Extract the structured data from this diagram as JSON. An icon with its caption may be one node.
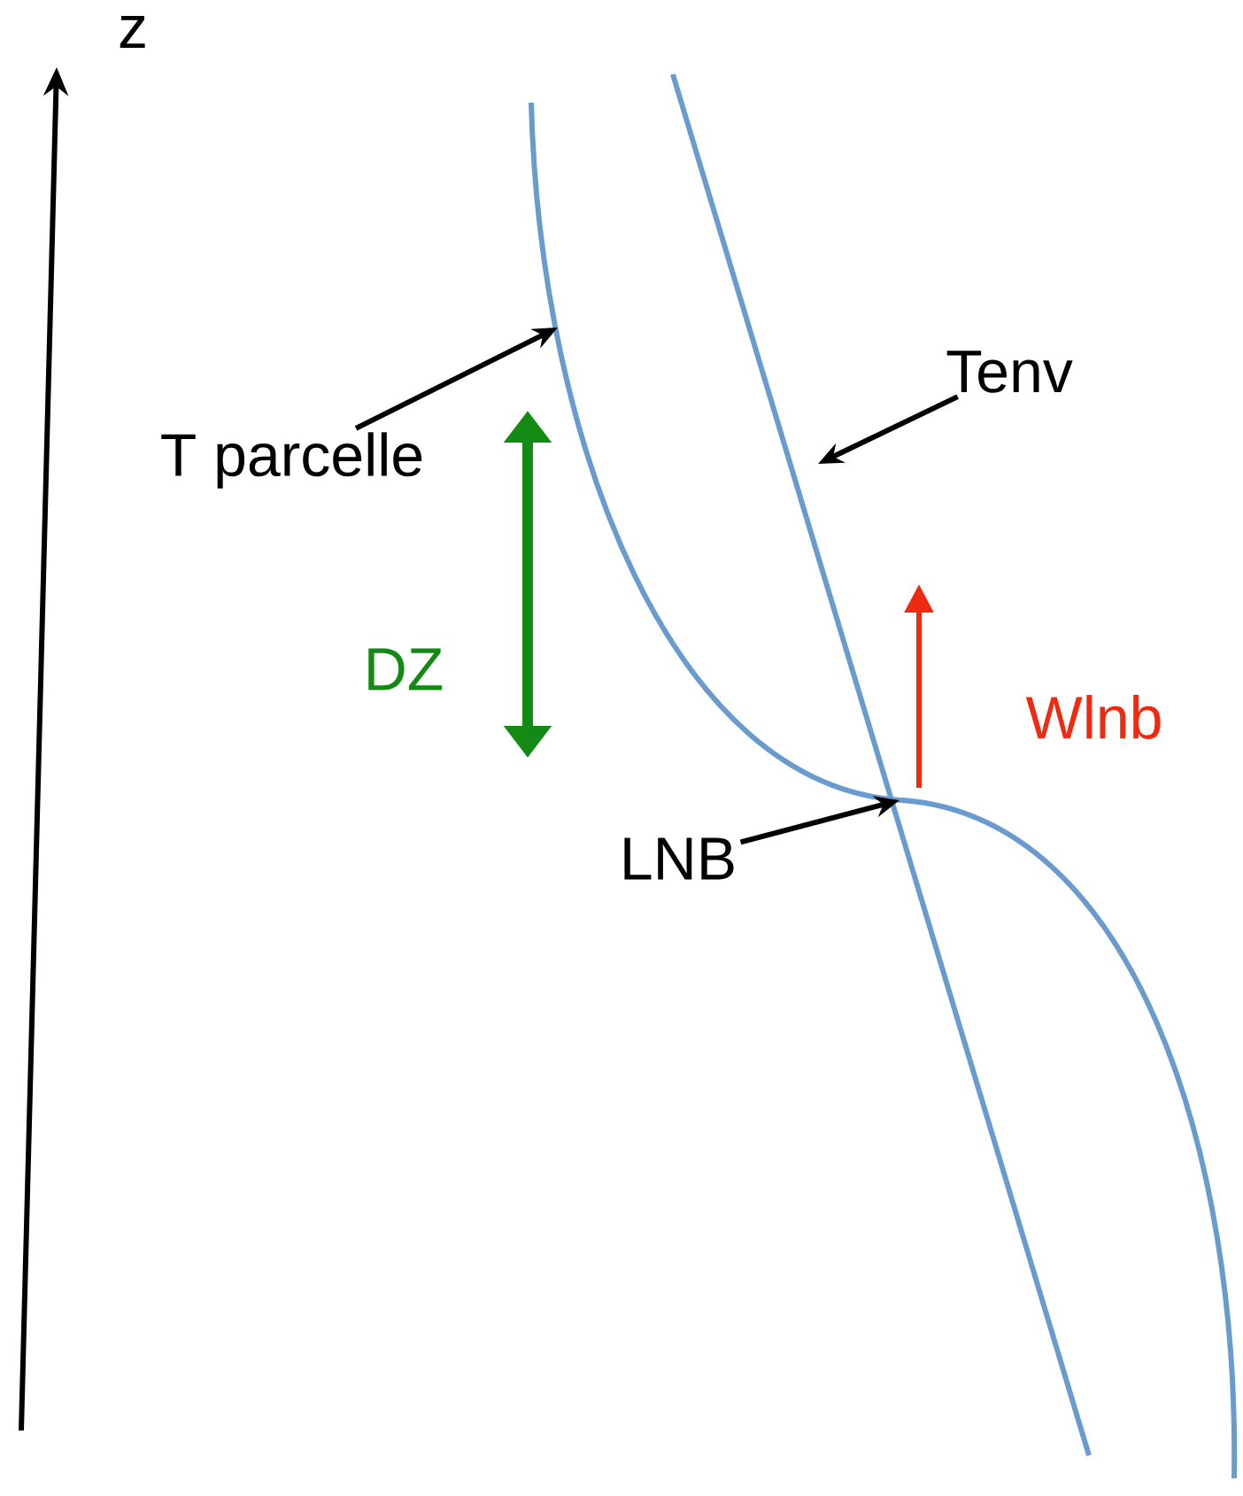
{
  "diagram": {
    "nodes": [
      {
        "text": [
          "T parcelle"
        ]
      },
      {
        "text": [
          "Tenv"
        ]
      },
      {
        "text": [
          "LNB"
        ]
      }
    ],
    "edges": [
      {
        "from": 0,
        "to": null,
        "arrow": "to"
      },
      {
        "from": 1,
        "to": null,
        "arrow": "to"
      },
      {
        "from": 2,
        "to": null,
        "arrow": "to"
      }
    ],
    "labels": [
      "z",
      "DZ",
      "Wlnb"
    ]
  }
}
